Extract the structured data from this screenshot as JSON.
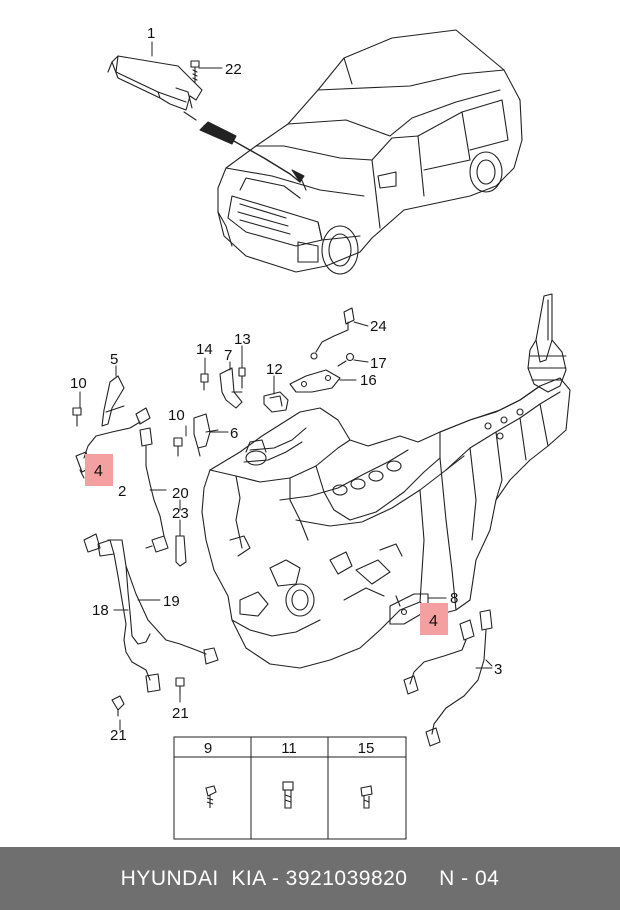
{
  "callouts": {
    "c1": "1",
    "c22": "22",
    "c24": "24",
    "c17": "17",
    "c16": "16",
    "c14": "14",
    "c13": "13",
    "c7": "7",
    "c12": "12",
    "c5": "5",
    "c10a": "10",
    "c10b": "10",
    "c6": "6",
    "c4a": "4",
    "c2": "2",
    "c20": "20",
    "c23": "23",
    "c18": "18",
    "c19": "19",
    "c21a": "21",
    "c21b": "21",
    "c8": "8",
    "c4b": "4",
    "c3": "3"
  },
  "fastener_table": {
    "headers": [
      "9",
      "11",
      "15"
    ]
  },
  "colors": {
    "highlight": "#f4a0a0",
    "footer_bg": "#6f6f6f",
    "line": "#222222"
  },
  "footer": {
    "text": "HYUNDAI  KIA - 3921039820     N - 04"
  }
}
